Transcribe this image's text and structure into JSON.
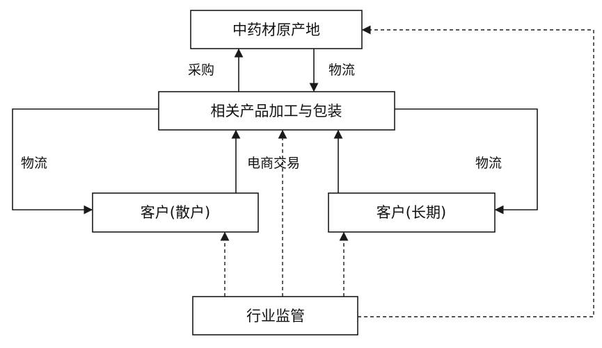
{
  "nodes": {
    "origin": "中药材原产地",
    "processing": "相关产品加工与包装",
    "retail": "客户(散户)",
    "longterm": "客户(长期)",
    "regulation": "行业监管"
  },
  "edges": {
    "purchase": "采购",
    "logistics_center": "物流",
    "logistics_left": "物流",
    "logistics_right": "物流",
    "ecommerce": "电商交易"
  }
}
